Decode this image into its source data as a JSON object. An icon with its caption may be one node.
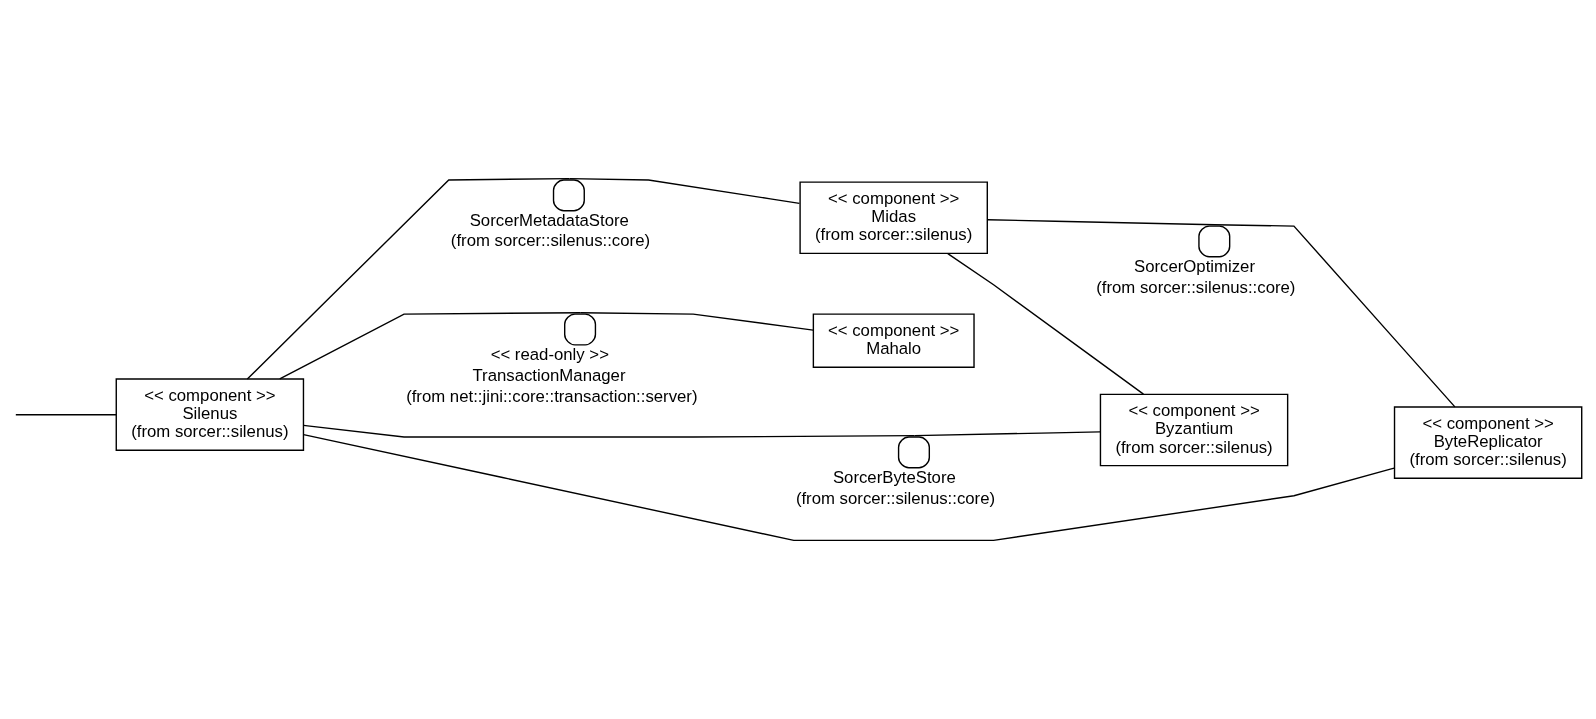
{
  "diagram": {
    "nodes": [
      {
        "text": [
          "<< component >>",
          "Silenus",
          "(from sorcer::silenus)"
        ]
      },
      {
        "text": [],
        "shape": "circle",
        "beside": [
          "SorcerMetadataStore",
          "(from sorcer::silenus::core)"
        ]
      },
      {
        "text": [
          "<< component >>",
          "Midas",
          "(from sorcer::silenus)"
        ]
      },
      {
        "text": [],
        "shape": "circle",
        "beside": [
          "SorcerOptimizer",
          "(from sorcer::silenus::core)"
        ]
      },
      {
        "text": [
          "<< component >>",
          "ByteReplicator",
          "(from sorcer::silenus)"
        ]
      },
      {
        "text": [],
        "shape": "circle",
        "beside": [
          "<< read-only >>",
          "TransactionManager",
          "(from net::jini::core::transaction::server)"
        ]
      },
      {
        "text": [
          "<< component >>",
          "Mahalo"
        ]
      },
      {
        "text": [],
        "shape": "circle",
        "beside": [
          "SorcerByteStore",
          "(from sorcer::silenus::core)"
        ]
      },
      {
        "text": [
          "<< component >>",
          "Byzantium",
          "(from sorcer::silenus)"
        ]
      }
    ],
    "edges": [
      {
        "from": 0,
        "to": 1,
        "arrow": "none"
      },
      {
        "from": 1,
        "to": 2,
        "arrow": "none"
      },
      {
        "from": 2,
        "to": 3,
        "arrow": "none"
      },
      {
        "from": 3,
        "to": 4,
        "arrow": "none"
      },
      {
        "from": 2,
        "to": 8,
        "arrow": "none"
      },
      {
        "from": 0,
        "to": 5,
        "arrow": "none"
      },
      {
        "from": 5,
        "to": 6,
        "arrow": "none"
      },
      {
        "from": 0,
        "to": 7,
        "arrow": "none"
      },
      {
        "from": 7,
        "to": 8,
        "arrow": "none"
      },
      {
        "from": 4,
        "to": 0,
        "arrow": "none"
      },
      {
        "from": null,
        "to": 0,
        "arrow": "none"
      }
    ]
  }
}
